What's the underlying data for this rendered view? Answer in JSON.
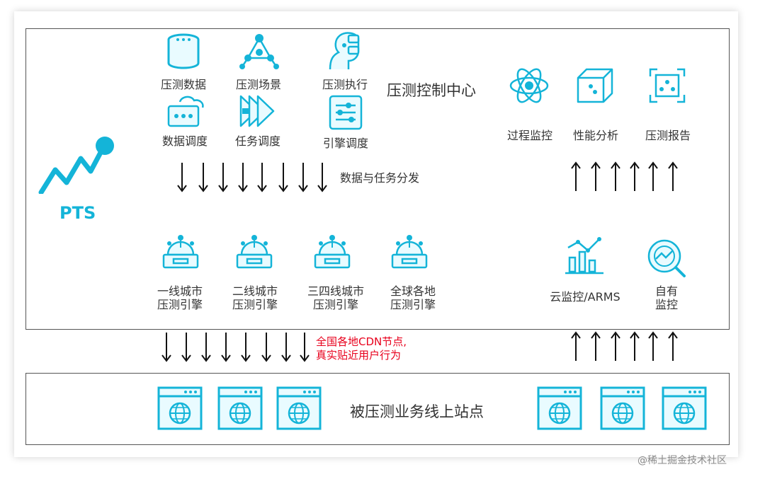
{
  "brand": "PTS",
  "control_center": "压测控制中心",
  "control_items": [
    {
      "label": "压测数据",
      "icon": "database-icon"
    },
    {
      "label": "压测场景",
      "icon": "network-nodes-icon"
    },
    {
      "label": "压测执行",
      "icon": "robot-head-icon"
    },
    {
      "label": "数据调度",
      "icon": "cloud-dispatch-icon"
    },
    {
      "label": "任务调度",
      "icon": "fast-forward-icon"
    },
    {
      "label": "引擎调度",
      "icon": "engine-slider-icon"
    }
  ],
  "monitor_items": [
    {
      "label": "过程监控",
      "icon": "atom-icon"
    },
    {
      "label": "性能分析",
      "icon": "cube-icon"
    },
    {
      "label": "压测报告",
      "icon": "report-scan-icon"
    }
  ],
  "distribution_label": "数据与任务分发",
  "engines": [
    {
      "line1": "一线城市",
      "line2": "压测引擎"
    },
    {
      "line1": "二线城市",
      "line2": "压测引擎"
    },
    {
      "line1": "三四线城市",
      "line2": "压测引擎"
    },
    {
      "line1": "全球各地",
      "line2": "压测引擎"
    }
  ],
  "cloud_monitor": "云监控/ARMS",
  "self_monitor": {
    "line1": "自有",
    "line2": "监控"
  },
  "cdn_note": {
    "line1": "全国各地CDN节点,",
    "line2": "真实贴近用户行为"
  },
  "target_sites": "被压测业务线上站点",
  "watermark": "@稀土掘金技术社区",
  "colors": {
    "accent": "#14b4d8",
    "note": "#e8001c"
  }
}
